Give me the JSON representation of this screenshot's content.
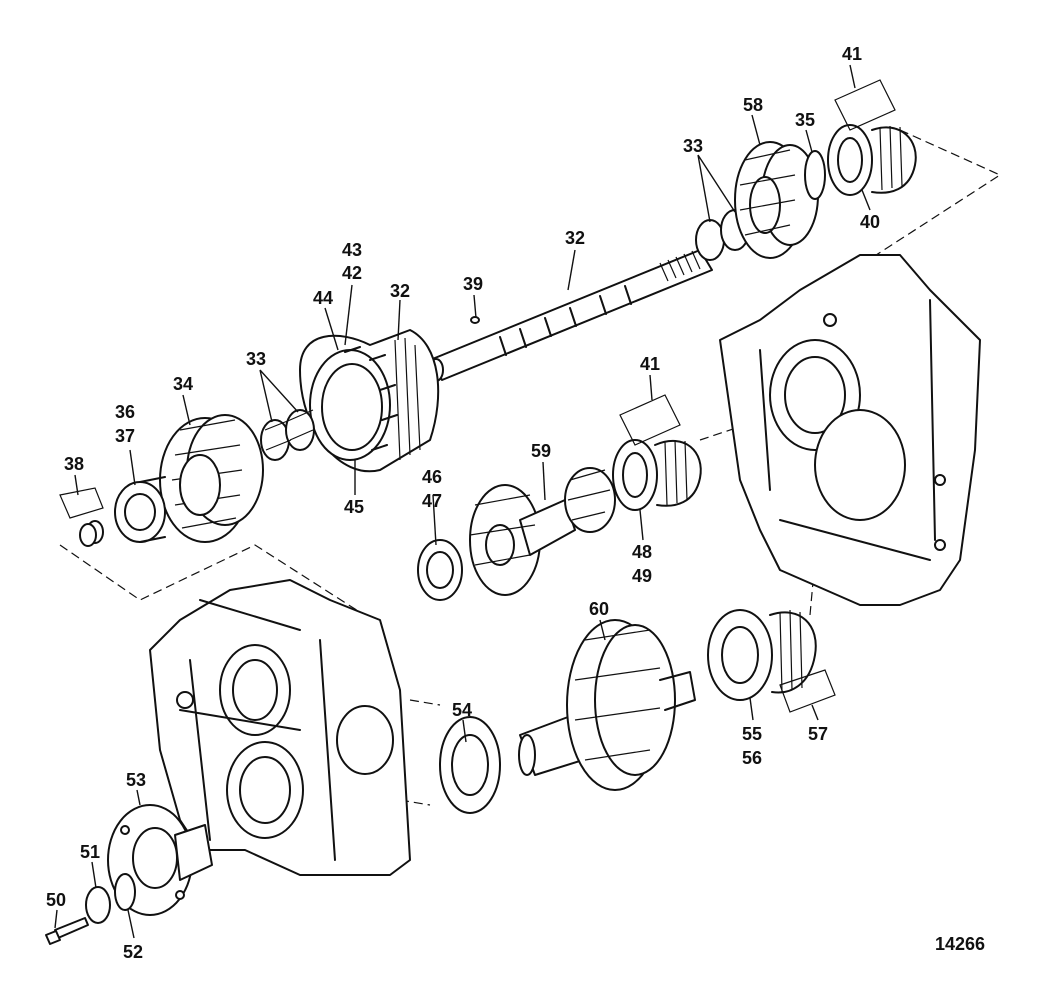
{
  "figure_id": "14266",
  "callouts": {
    "c41a": "41",
    "c58": "58",
    "c35": "35",
    "c33a": "33",
    "c40": "40",
    "c32a": "32",
    "c39": "39",
    "c43": "43",
    "c42": "42",
    "c32b": "32",
    "c44": "44",
    "c33b": "33",
    "c34": "34",
    "c36": "36",
    "c37": "37",
    "c38": "38",
    "c45": "45",
    "c41b": "41",
    "c46": "46",
    "c47": "47",
    "c59": "59",
    "c48": "48",
    "c49": "49",
    "c60": "60",
    "c54": "54",
    "c55": "55",
    "c56": "56",
    "c57": "57",
    "c53": "53",
    "c51": "51",
    "c50": "50",
    "c52": "52"
  }
}
